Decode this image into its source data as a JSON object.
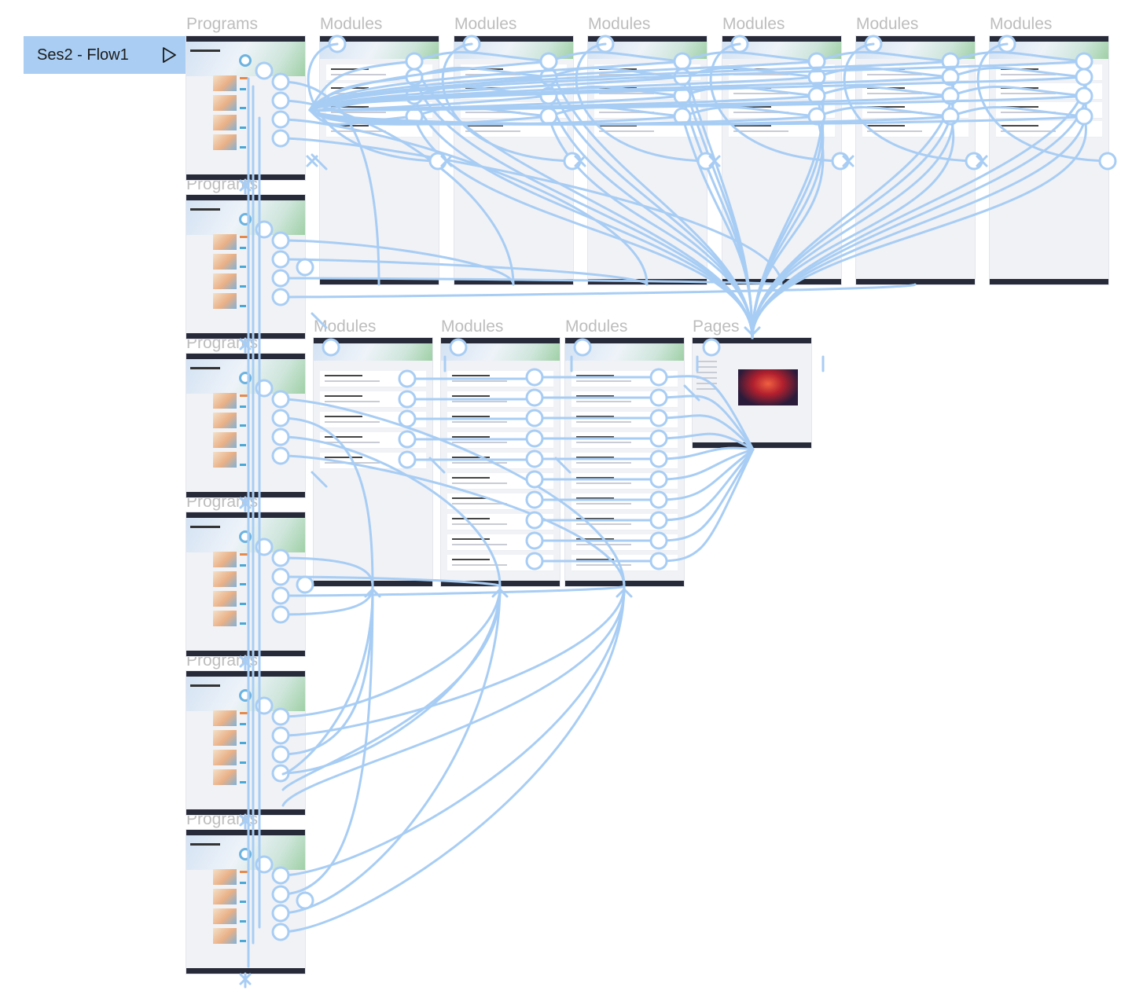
{
  "flow": {
    "label": "Ses2 - Flow1",
    "icon": "play-icon"
  },
  "frames": [
    {
      "label": "Programs",
      "kind": "programs"
    },
    {
      "label": "Modules",
      "kind": "modules"
    },
    {
      "label": "Modules",
      "kind": "modules"
    },
    {
      "label": "Modules",
      "kind": "modules"
    },
    {
      "label": "Modules",
      "kind": "modules"
    },
    {
      "label": "Modules",
      "kind": "modules"
    },
    {
      "label": "Modules",
      "kind": "modules"
    },
    {
      "label": "Programs",
      "kind": "programs"
    },
    {
      "label": "Programs",
      "kind": "programs"
    },
    {
      "label": "Programs",
      "kind": "programs"
    },
    {
      "label": "Programs",
      "kind": "programs"
    },
    {
      "label": "Programs",
      "kind": "programs"
    },
    {
      "label": "Modules",
      "kind": "modules"
    },
    {
      "label": "Modules",
      "kind": "modules"
    },
    {
      "label": "Modules",
      "kind": "modules"
    },
    {
      "label": "Pages",
      "kind": "page"
    }
  ],
  "colors": {
    "connector": "#a8cdf4",
    "badge_bg": "#a9cdf3",
    "frame_label": "#bdbdbd",
    "frame_bg": "#f1f2f6",
    "topbar": "#272a38"
  }
}
